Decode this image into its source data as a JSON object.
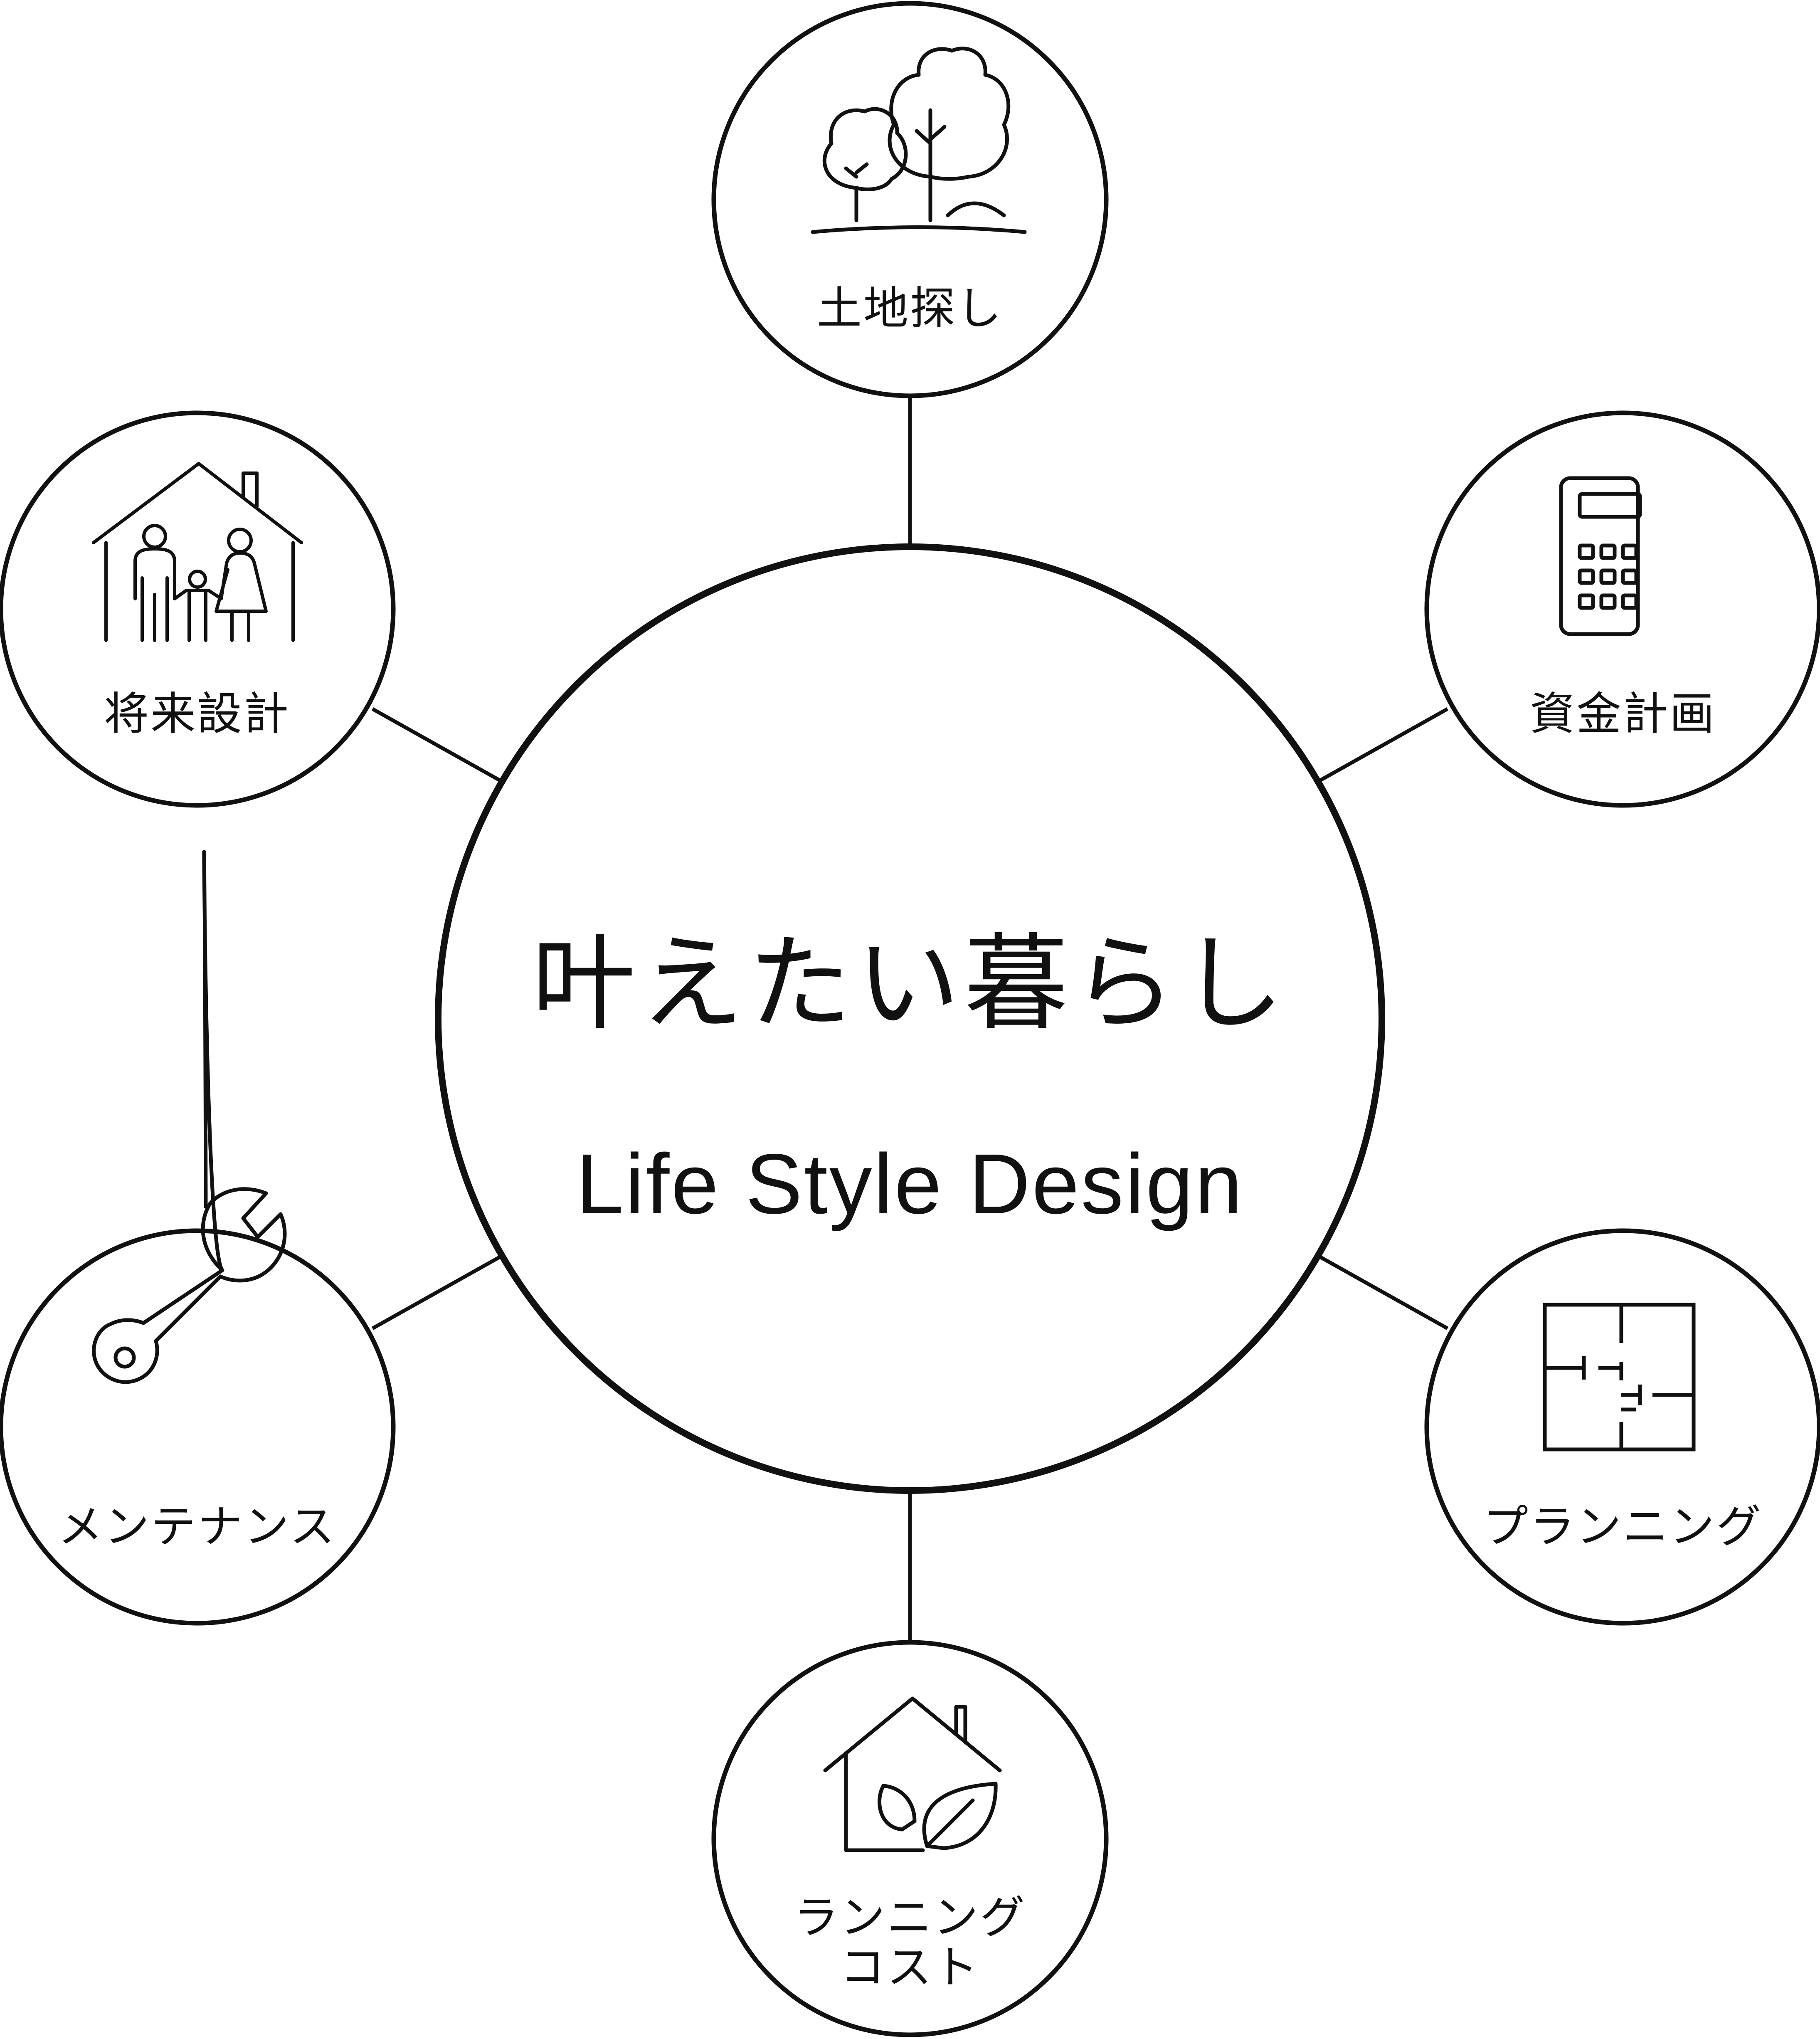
{
  "center": {
    "title_jp": "叶えたい暮らし",
    "title_en": "Life Style Design"
  },
  "nodes": [
    {
      "id": "land",
      "icon": "trees-icon",
      "label_lines": [
        "土地探し"
      ]
    },
    {
      "id": "funding",
      "icon": "calculator-icon",
      "label_lines": [
        "資金計画"
      ]
    },
    {
      "id": "planning",
      "icon": "floor-plan-icon",
      "label_lines": [
        "プランニング"
      ]
    },
    {
      "id": "running-cost",
      "icon": "eco-house-icon",
      "label_lines": [
        "ランニング",
        "コスト"
      ]
    },
    {
      "id": "maintenance",
      "icon": "wrench-icon",
      "label_lines": [
        "メンテナンス"
      ]
    },
    {
      "id": "future",
      "icon": "family-house-icon",
      "label_lines": [
        "将来設計"
      ]
    }
  ],
  "colors": {
    "stroke": "#111111",
    "background": "#ffffff"
  }
}
